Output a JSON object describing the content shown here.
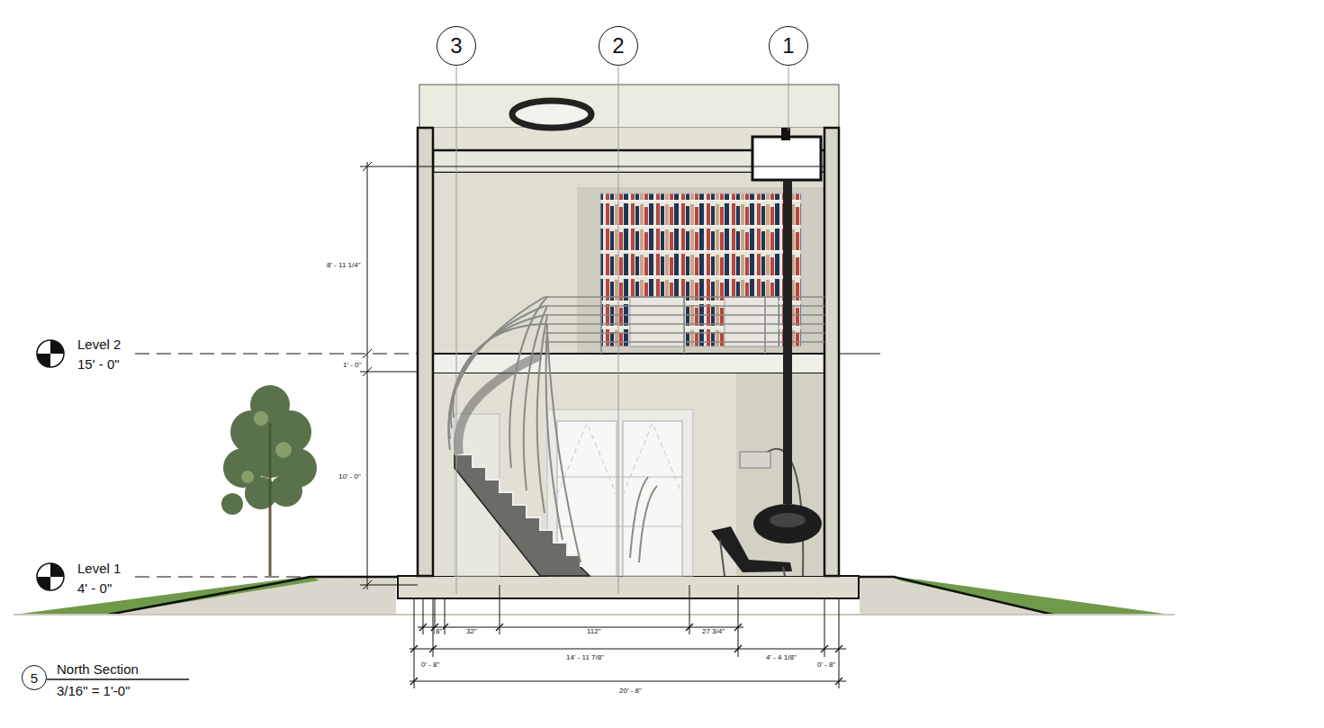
{
  "diagram": {
    "nodes": [
      {
        "text": [
          "3"
        ]
      },
      {
        "text": [
          "2"
        ]
      },
      {
        "text": [
          "1"
        ]
      },
      {
        "text": [
          "5"
        ]
      }
    ],
    "labels": [
      "Level 2",
      "15' - 0\"",
      "Level 1",
      "4' - 0\"",
      "8' - 11 1/4\"",
      "1' - 0\"",
      "10' - 0\"",
      "8\"",
      "32\"",
      "112\"",
      "27 3/4\"",
      "0' - 8\"",
      "14' - 11 7/8\"",
      "4' - 4 1/8\"",
      "0' - 8\"",
      "20' - 8\"",
      "North Section",
      "3/16\" = 1'-0\""
    ]
  }
}
